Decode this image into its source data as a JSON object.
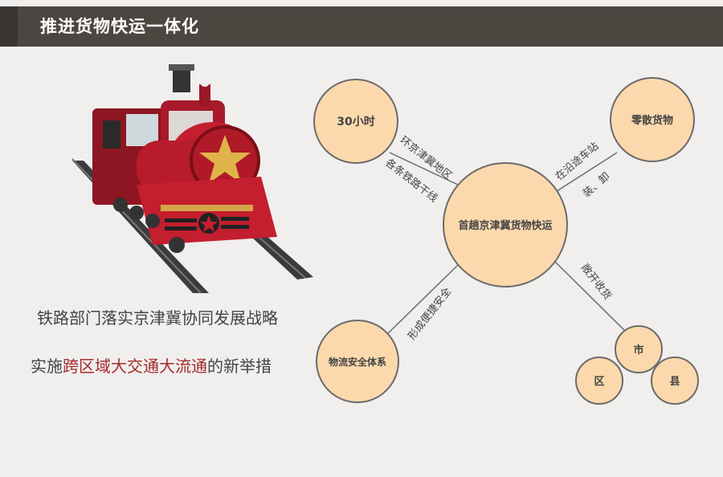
{
  "header": {
    "title": "推进货物快运一体化"
  },
  "captions": {
    "line1": "铁路部门落实京津冀协同发展战略",
    "line2_pre": "实施",
    "line2_highlight": "跨区域大交通大流通",
    "line2_post": "的新举措"
  },
  "diagram": {
    "center": "首趟京津冀货物快运",
    "nodes": {
      "time": "30小时",
      "parcel": "零散货物",
      "safety": "物流安全体系",
      "city": "市",
      "district": "区",
      "county": "县"
    },
    "links": {
      "time_a": "环京津冀地区",
      "time_b": "各条铁路干线",
      "parcel_a": "在沿途车站",
      "parcel_b": "装、卸",
      "delivery": "敞开收货",
      "safety": "形成便捷安全"
    }
  },
  "colors": {
    "header_bg": "#4c4641",
    "circle_fill": "#fcd9ad",
    "circle_stroke": "#6b6b6b",
    "highlight": "#a52a2a",
    "train_red": "#c41e2f"
  }
}
